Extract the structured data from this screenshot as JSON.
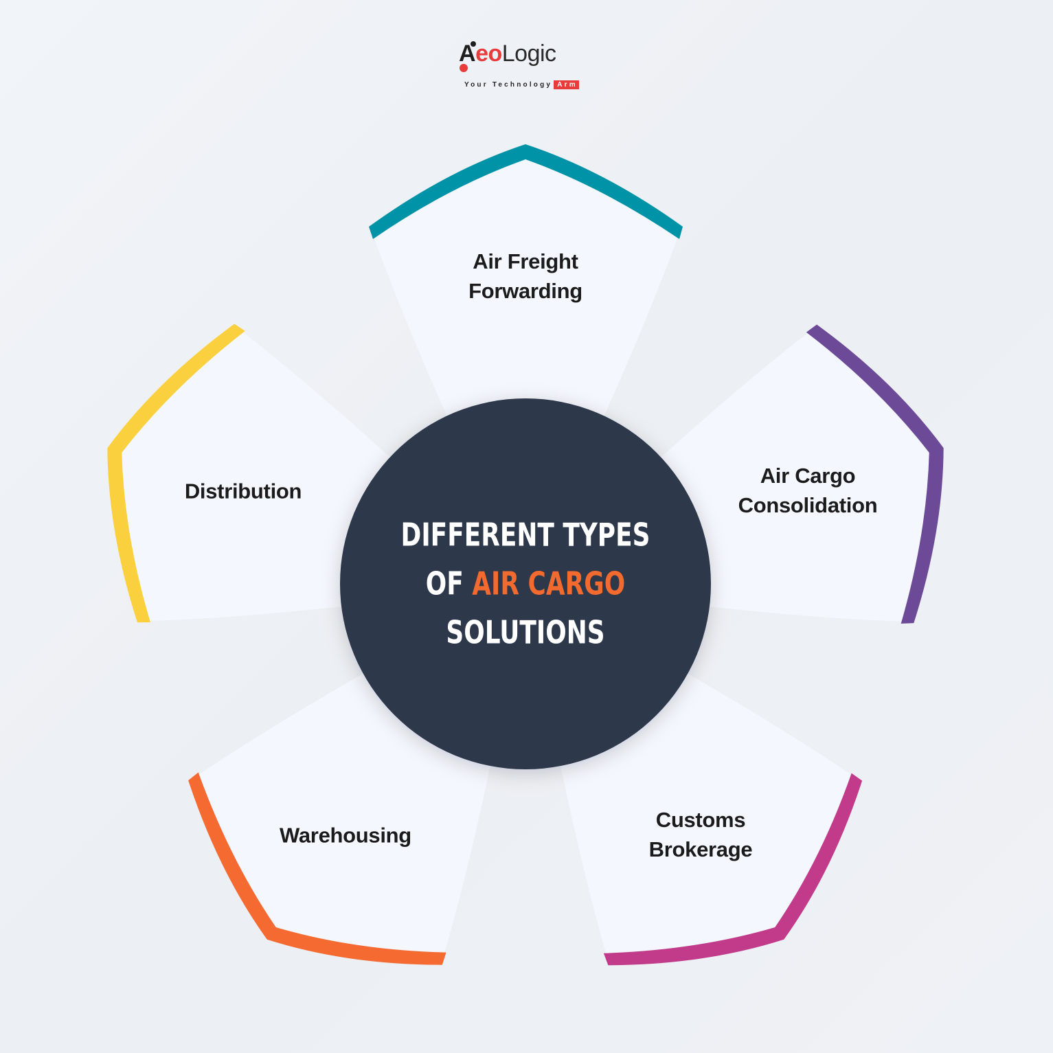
{
  "logo": {
    "brand_prefix": "A",
    "brand_eo": "eo",
    "brand_logic": "Logic",
    "tagline": "Your Technology",
    "tagline_badge": "Arm",
    "colors": {
      "red": "#e83b3b",
      "dark": "#1e1e1e"
    }
  },
  "center": {
    "line1": "DIFFERENT TYPES",
    "line2_pre": "OF ",
    "line2_accent": "AIR CARGO",
    "line3": "SOLUTIONS",
    "bg_color": "#2d374b",
    "accent_color": "#f26a2e"
  },
  "petals": [
    {
      "label_line1": "Air Freight",
      "label_line2": "Forwarding",
      "color": "#0093a7"
    },
    {
      "label_line1": "Air Cargo",
      "label_line2": "Consolidation",
      "color": "#6c4a97"
    },
    {
      "label_line1": "Customs",
      "label_line2": "Brokerage",
      "color": "#c13b8a"
    },
    {
      "label_line1": "Warehousing",
      "label_line2": "",
      "color": "#f46a31"
    },
    {
      "label_line1": "Distribution",
      "label_line2": "",
      "color": "#fbd03e"
    }
  ]
}
